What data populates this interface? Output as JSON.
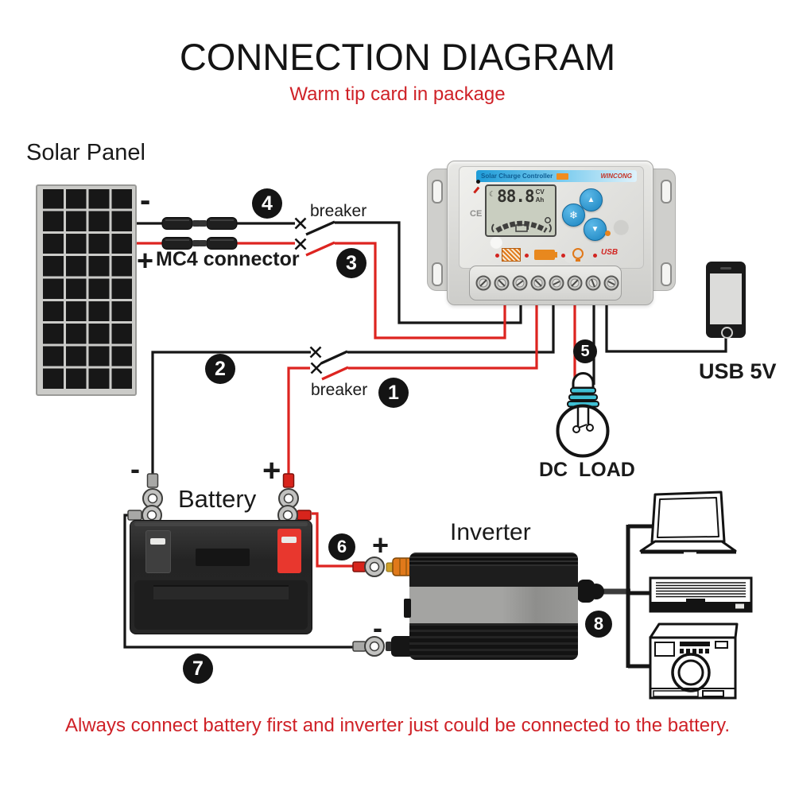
{
  "title": "CONNECTION DIAGRAM",
  "subtitle": "Warm tip card in package",
  "footer_note": "Always connect battery first and inverter just could be connected to the battery.",
  "solar_panel": {
    "label": "Solar Panel",
    "minus": "-",
    "plus": "+"
  },
  "mc4": {
    "label": "MC4 connector"
  },
  "breaker_top": {
    "label": "breaker"
  },
  "breaker_bottom": {
    "label": "breaker"
  },
  "controller": {
    "header": "Solar Charge Controller",
    "brand": "WINCONG",
    "lcd_value": "88.8",
    "lcd_unit_v": "CV",
    "lcd_unit_ah": "Ah",
    "ce_mark": "CE",
    "usb_print": "USB"
  },
  "battery": {
    "label": "Battery",
    "minus": "-",
    "plus": "+"
  },
  "inverter": {
    "label": "Inverter",
    "plus": "+",
    "minus": "-"
  },
  "usb_device": {
    "label": "USB 5V"
  },
  "dc_load": {
    "label": "DC  LOAD"
  },
  "callouts": [
    {
      "label": "1"
    },
    {
      "label": "2"
    },
    {
      "label": "3"
    },
    {
      "label": "4"
    },
    {
      "label": "5"
    },
    {
      "label": "6"
    },
    {
      "label": "7"
    },
    {
      "label": "8"
    }
  ],
  "icons": {
    "moon": "☾",
    "button_up": "▲",
    "button_down": "▼",
    "button_mode": "❄"
  },
  "colors": {
    "wire_red": "#dd2420",
    "wire_black": "#161616",
    "note_red": "#cf2127",
    "bulb_stripe": "#3fc0d4",
    "controller_band_blue": "#2f9fd8",
    "button_blue": "#2196d4",
    "battery_terminal_red": "#e8372e",
    "inverter_terminal_orange": "#e0791a"
  }
}
